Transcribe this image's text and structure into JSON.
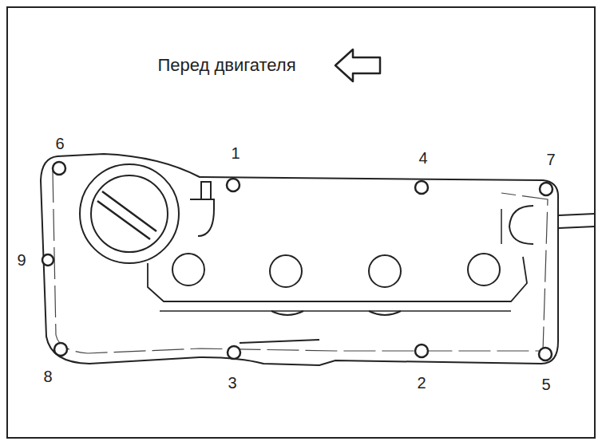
{
  "diagram": {
    "labels": [
      "Перед двигателя",
      "6",
      "1",
      "4",
      "7",
      "9",
      "8",
      "3",
      "2",
      "5"
    ]
  }
}
